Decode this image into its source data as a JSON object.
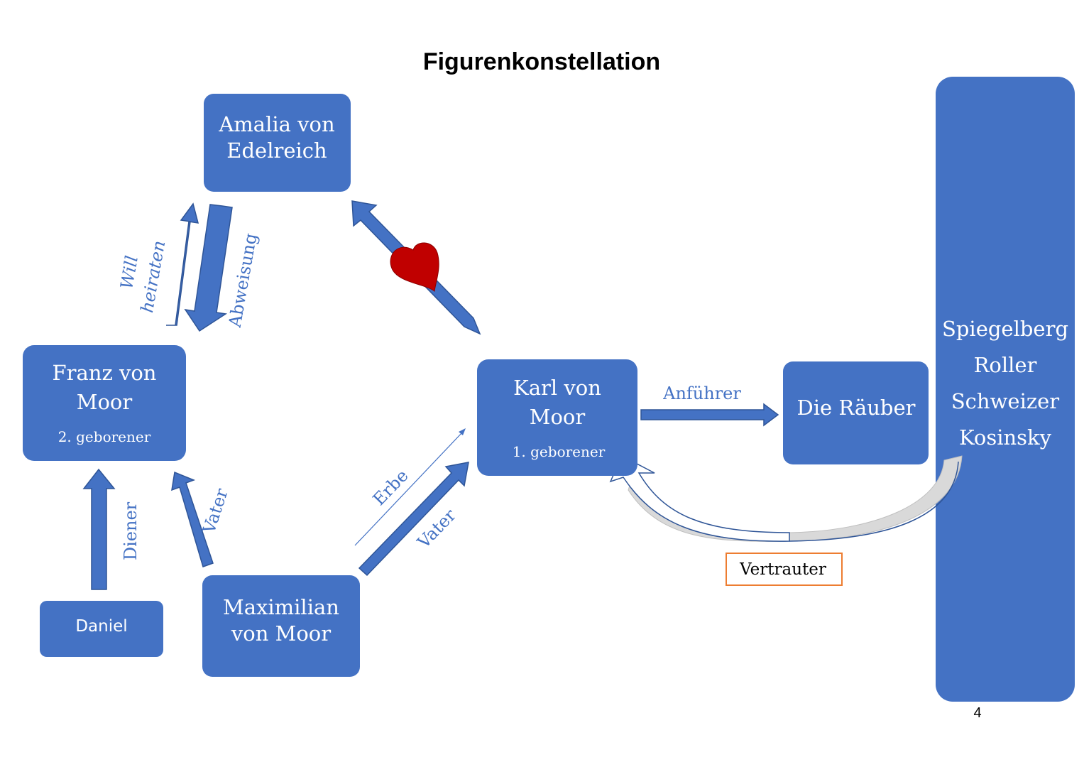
{
  "title": "Figurenkonstellation",
  "page_number": "4",
  "colors": {
    "node_fill": "#4472c4",
    "arrow_fill": "#4472c4",
    "arrow_stroke": "#2f5597",
    "heart": "#c00000",
    "vertrauter_border": "#ed7d31",
    "curved_shadow": "#d9d9d9"
  },
  "nodes": {
    "amalia": {
      "line1": "Amalia von",
      "line2": "Edelreich"
    },
    "franz": {
      "line1": "Franz von",
      "line2": "Moor",
      "sub": "2. geborener"
    },
    "karl": {
      "line1": "Karl von",
      "line2": "Moor",
      "sub": "1.  geborener"
    },
    "raeuber": {
      "label": "Die Räuber"
    },
    "daniel": {
      "label": "Daniel"
    },
    "maximilian": {
      "line1": "Maximilian",
      "line2": "von Moor"
    },
    "gang": {
      "members": [
        "Spiegelberg",
        "Roller",
        "Schweizer",
        "Kosinsky"
      ]
    }
  },
  "relations": {
    "will_heiraten": {
      "line1": "Will",
      "line2": "heiraten"
    },
    "abweisung": "Abweisung",
    "diener": "Diener",
    "vater_franz": "Vater",
    "erbe": "Erbe",
    "vater_karl": "Vater",
    "anfuehrer": "Anführer",
    "vertrauter": "Vertrauter"
  },
  "icons": {
    "heart": "heart-icon"
  }
}
